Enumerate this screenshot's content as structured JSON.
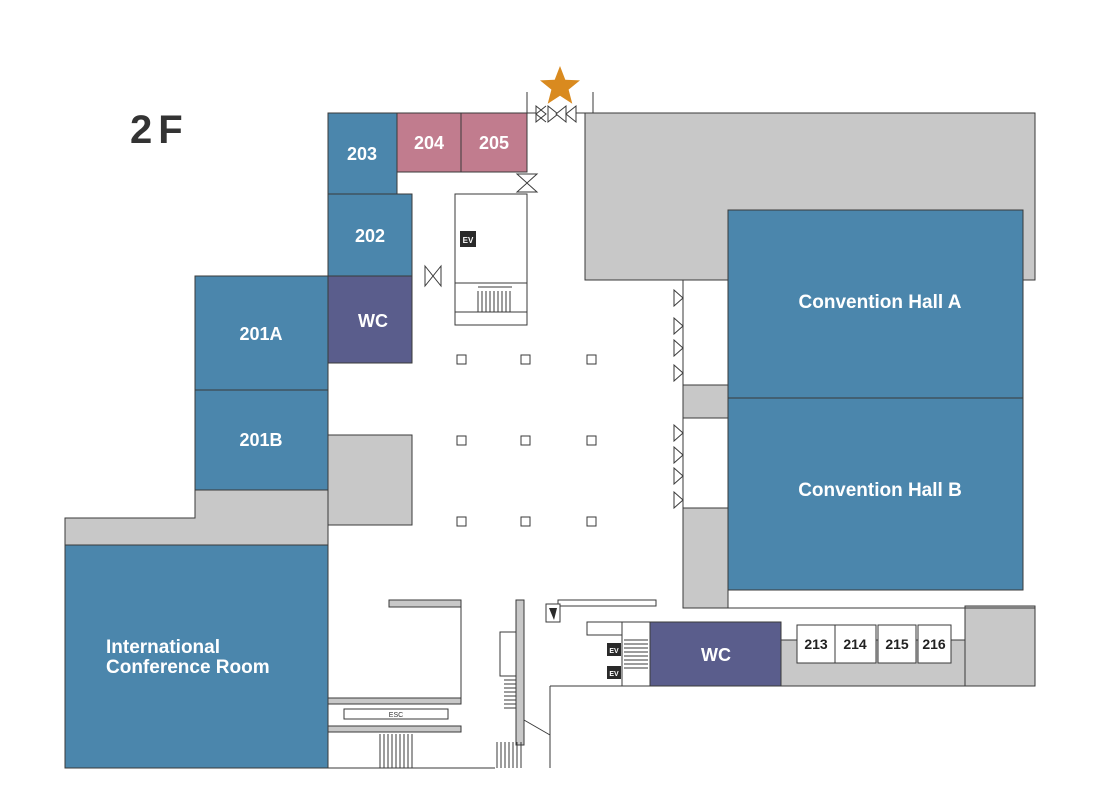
{
  "floor": {
    "label": "2F"
  },
  "rooms": {
    "r201a": "201A",
    "r201b": "201B",
    "r202": "202",
    "r203": "203",
    "r204": "204",
    "r205": "205",
    "wc_upper": "WC",
    "wc_lower": "WC",
    "intl_line1": "International",
    "intl_line2": "Conference Room",
    "hall_a": "Convention Hall A",
    "hall_b": "Convention Hall B",
    "r213": "213",
    "r214": "214",
    "r215": "215",
    "r216": "216"
  },
  "facilities": {
    "ev_label": "EV",
    "esc_label": "ESC"
  },
  "colors": {
    "room_blue": "#4b86ac",
    "room_pink": "#c17c8e",
    "wc_purple": "#5a5d8c",
    "service_gray": "#c8c8c8",
    "star_orange": "#d98a1f"
  },
  "icons": {
    "marker": "star-icon",
    "door": "door-icon",
    "elevator": "elevator-icon",
    "stairs": "stairs-icon"
  }
}
